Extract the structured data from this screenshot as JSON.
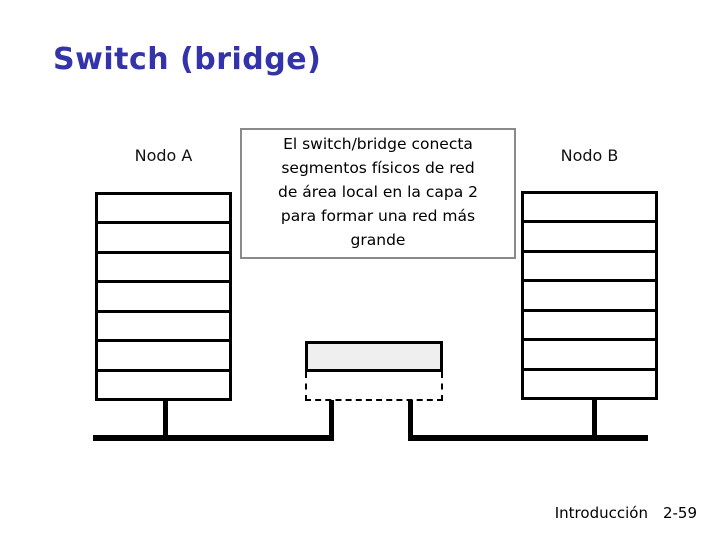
{
  "slide_title": "Switch (bridge)",
  "labels": {
    "node_a": "Nodo A",
    "node_b": "Nodo B"
  },
  "callout": {
    "lines": [
      "El switch/bridge conecta",
      "segmentos físicos de red",
      "de área local en la capa 2",
      "para formar una red más",
      "grande"
    ]
  },
  "diagram": {
    "node_a_stack_rows": 7,
    "node_b_stack_rows": 7,
    "segments": [
      "lan-segment-left",
      "lan-segment-right"
    ]
  },
  "footer": {
    "section": "Introducción",
    "page": "2-59"
  },
  "colors": {
    "title": "#3333aa",
    "callout_border": "#8a8a8a",
    "switch_fill": "#efefef",
    "line": "#000000",
    "background": "#ffffff"
  }
}
